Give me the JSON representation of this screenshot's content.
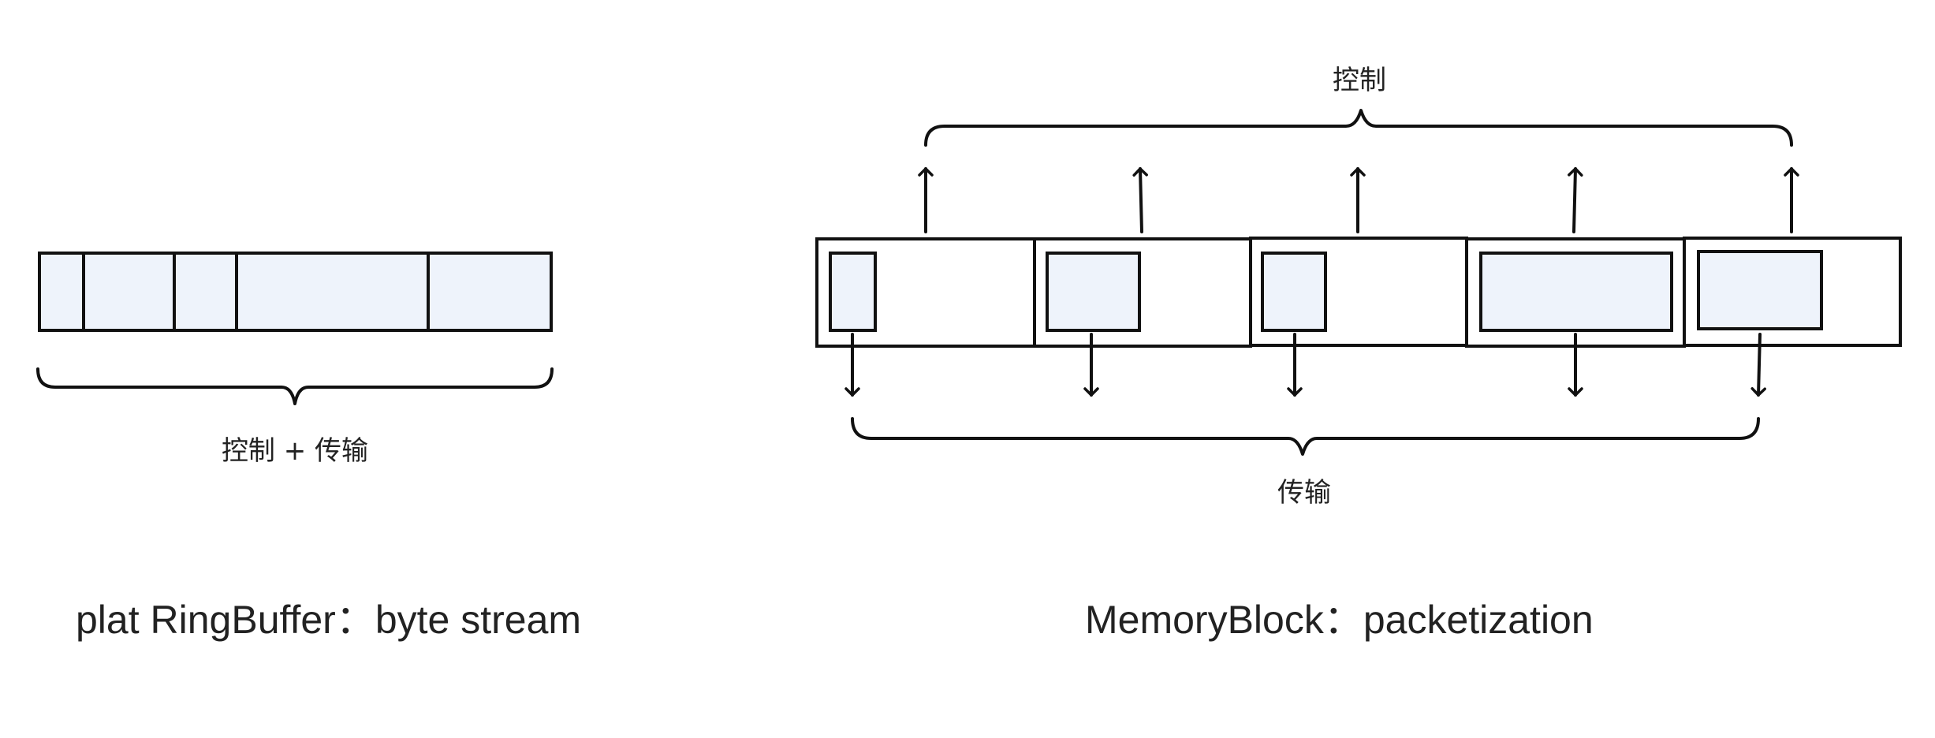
{
  "ringbuffer": {
    "brace_label": "控制 + 传输",
    "caption": "plat RingBuffer：byte stream"
  },
  "memoryblock": {
    "top_brace_label": "控制",
    "bottom_brace_label": "传输",
    "caption": "MemoryBlock：packetization"
  },
  "colors": {
    "cell_fill": "#eef3fb",
    "stroke": "#111111",
    "text": "#222222"
  }
}
